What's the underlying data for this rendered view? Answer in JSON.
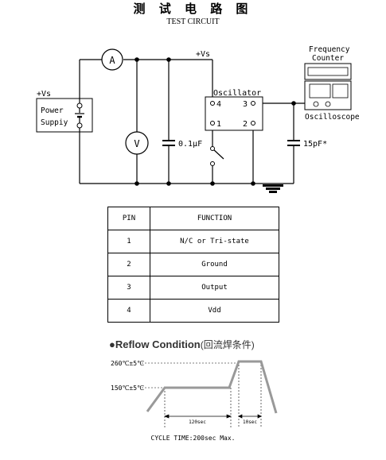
{
  "header": {
    "title_cn": "测 试 电 路 图",
    "title_en": "TEST CIRCUIT"
  },
  "circuit": {
    "ammeter": "A",
    "voltmeter": "V",
    "vs_top": "+Vs",
    "vs_left": "+Vs",
    "power_supply_line1": "Power",
    "power_supply_line2": "Suppiy",
    "capacitor_main": "0.1μF",
    "capacitor_load": "15pF*",
    "oscillator_label": "Oscillator",
    "pin4": "4",
    "pin3": "3",
    "pin1": "1",
    "pin2": "2",
    "frequency_counter_line1": "Frequency",
    "frequency_counter_line2": "Counter",
    "oscilloscope": "Oscilloscope"
  },
  "pin_table": {
    "headers": [
      "PIN",
      "FUNCTION"
    ],
    "rows": [
      [
        "1",
        "N/C or Tri-state"
      ],
      [
        "2",
        "Ground"
      ],
      [
        "3",
        "Output"
      ],
      [
        "4",
        "Vdd"
      ]
    ]
  },
  "reflow": {
    "title": "●Reflow Condition",
    "title_cn": "(回流焊条件)",
    "temp_high": "260℃±5℃",
    "temp_low": "150℃±5℃",
    "duration_preheat": "120sec",
    "duration_peak": "10sec",
    "cycle_time": "CYCLE TIME:200sec Max."
  }
}
